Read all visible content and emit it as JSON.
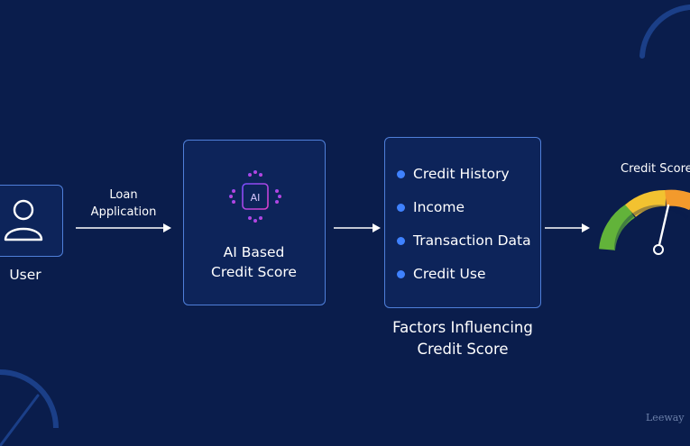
{
  "user": {
    "label": "User"
  },
  "loan_application": {
    "line1": "Loan",
    "line2": "Application"
  },
  "ai_box": {
    "chip_text": "AI",
    "line1": "AI Based",
    "line2": "Credit Score"
  },
  "factors": {
    "items": [
      "Credit History",
      "Income",
      "Transaction Data",
      "Credit Use"
    ],
    "caption_line1": "Factors Influencing",
    "caption_line2": "Credit Score"
  },
  "gauge": {
    "title": "Credit Score"
  },
  "watermark": "Leeway",
  "colors": {
    "background": "#0a1d4c",
    "box_border": "#4f7fd9",
    "bullet": "#3f82ff",
    "chip_gradient_start": "#7a4dff",
    "chip_gradient_end": "#e040c8",
    "gauge_green": "#62b33a",
    "gauge_yellow": "#f2c230",
    "gauge_orange": "#f39a2c",
    "gauge_red": "#e8452f"
  }
}
